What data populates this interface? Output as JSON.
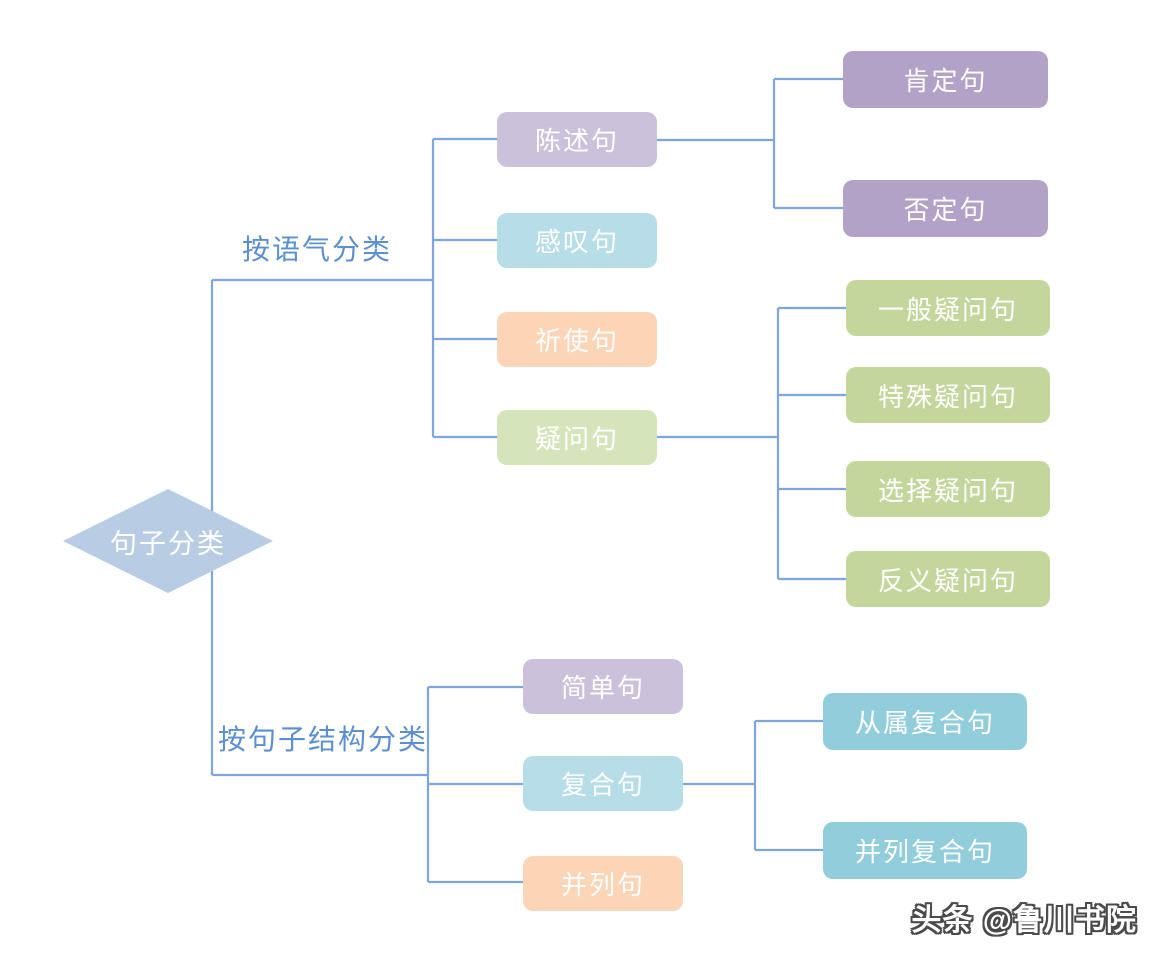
{
  "colors": {
    "connector": "#7ea6dc",
    "branch_label_text": "#5b8fd0",
    "node_text": "#ffffff",
    "root_fill": "#b8cce4",
    "purple_light": "#ccc1da",
    "purple": "#b2a2c7",
    "blue_light": "#b6dde8",
    "teal": "#92cddc",
    "peach": "#fbd5b5",
    "green_light": "#d6e4bc",
    "green": "#c3d69b"
  },
  "tree": {
    "root": {
      "label": "句子分类"
    },
    "branch1": {
      "label": "按语气分类",
      "children": [
        {
          "label": "陈述句",
          "children": [
            {
              "label": "肯定句"
            },
            {
              "label": "否定句"
            }
          ]
        },
        {
          "label": "感叹句"
        },
        {
          "label": "祈使句"
        },
        {
          "label": "疑问句",
          "children": [
            {
              "label": "一般疑问句"
            },
            {
              "label": "特殊疑问句"
            },
            {
              "label": "选择疑问句"
            },
            {
              "label": "反义疑问句"
            }
          ]
        }
      ]
    },
    "branch2": {
      "label": "按句子结构分类",
      "children": [
        {
          "label": "简单句"
        },
        {
          "label": "复合句",
          "children": [
            {
              "label": "从属复合句"
            },
            {
              "label": "并列复合句"
            }
          ]
        },
        {
          "label": "并列句"
        }
      ]
    }
  },
  "watermark": {
    "text": "头条 @鲁川书院"
  }
}
